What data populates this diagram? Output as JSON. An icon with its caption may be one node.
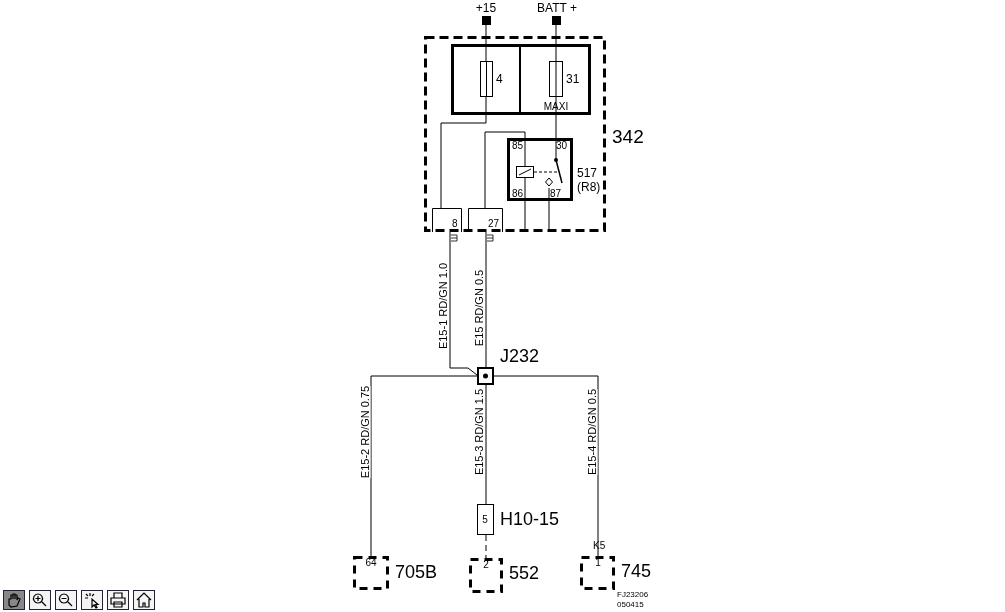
{
  "diagram": {
    "nodes": [
      {
        "text": [
          "+15"
        ]
      },
      {
        "text": [
          "BATT +"
        ]
      },
      {
        "text": [
          "342"
        ]
      },
      {
        "text": [],
        "shape": "box",
        "in": 2
      },
      {
        "text": [
          "4"
        ],
        "in": 3
      },
      {
        "text": [
          "31",
          "MAXI"
        ],
        "in": 3
      },
      {
        "text": [
          "85",
          "30",
          "86",
          "87",
          "517 (R8)"
        ],
        "in": 2
      },
      {
        "text": [
          "8"
        ],
        "in": 2
      },
      {
        "text": [
          "27"
        ],
        "in": 2
      },
      {
        "text": [
          "J232"
        ]
      },
      {
        "text": [
          "5",
          "H10-15"
        ]
      },
      {
        "text": [
          "64",
          "705B"
        ]
      },
      {
        "text": [
          "2",
          "552"
        ]
      },
      {
        "text": [
          "1",
          "745"
        ]
      }
    ],
    "edges": [
      {
        "from": 0,
        "to": 4,
        "arrow": "none"
      },
      {
        "from": 1,
        "to": 5,
        "arrow": "none"
      },
      {
        "from": 4,
        "to": 7,
        "arrow": "none"
      },
      {
        "from": 5,
        "to": 6,
        "arrow": "none"
      },
      {
        "from": 6,
        "to": 8,
        "arrow": "none"
      },
      {
        "from": 6,
        "to": null,
        "arrow": "none"
      },
      {
        "from": 6,
        "to": null,
        "arrow": "none"
      },
      {
        "from": 7,
        "to": 9,
        "arrow": "none",
        "label": "E15-1  RD/GN  1.0"
      },
      {
        "from": 8,
        "to": 9,
        "arrow": "none",
        "label": "E15  RD/GN  0.5"
      },
      {
        "from": 9,
        "to": 11,
        "arrow": "none",
        "label": "E15-2  RD/GN  0.75"
      },
      {
        "from": 9,
        "to": 10,
        "arrow": "none",
        "label": "E15-3  RD/GN  1.5"
      },
      {
        "from": 9,
        "to": 13,
        "arrow": "none",
        "label": "E15-4  RD/GN  0.5"
      },
      {
        "from": 10,
        "to": 12,
        "arrow": "none",
        "style": "dashed"
      }
    ],
    "labels": [
      "K5",
      "FJ23206",
      "050415"
    ]
  }
}
